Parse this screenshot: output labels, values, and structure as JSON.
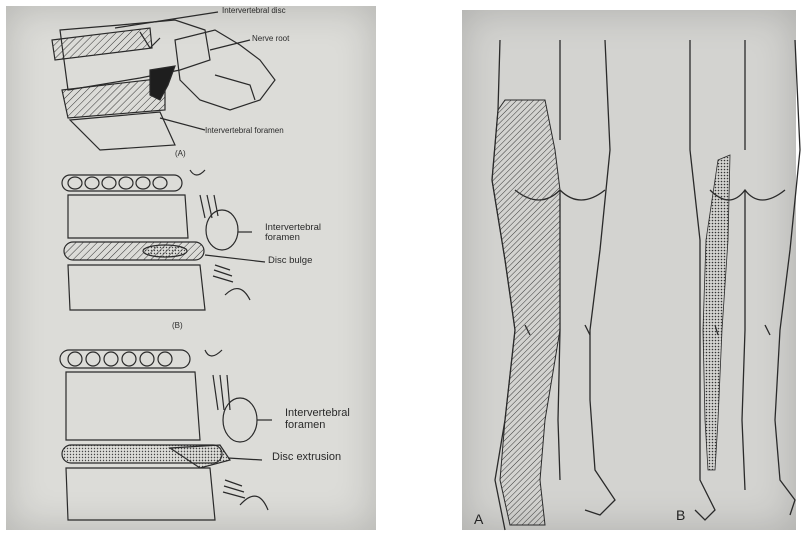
{
  "figure_a": {
    "labels": {
      "intervertebral_disc": "Intervertebral disc",
      "nerve_root": "Nerve root",
      "intervertebral_foramen": "Intervertebral foramen",
      "panel": "(A)"
    }
  },
  "figure_b": {
    "labels": {
      "intervertebral_foramen": "Intervertebral\nforamen",
      "disc_bulge": "Disc bulge",
      "panel": "(B)"
    }
  },
  "figure_c": {
    "labels": {
      "intervertebral_foramen": "Intervertebral\nforamen",
      "disc_extrusion": "Disc extrusion"
    }
  },
  "legs_figure": {
    "panel_a": "A",
    "panel_b": "B"
  }
}
